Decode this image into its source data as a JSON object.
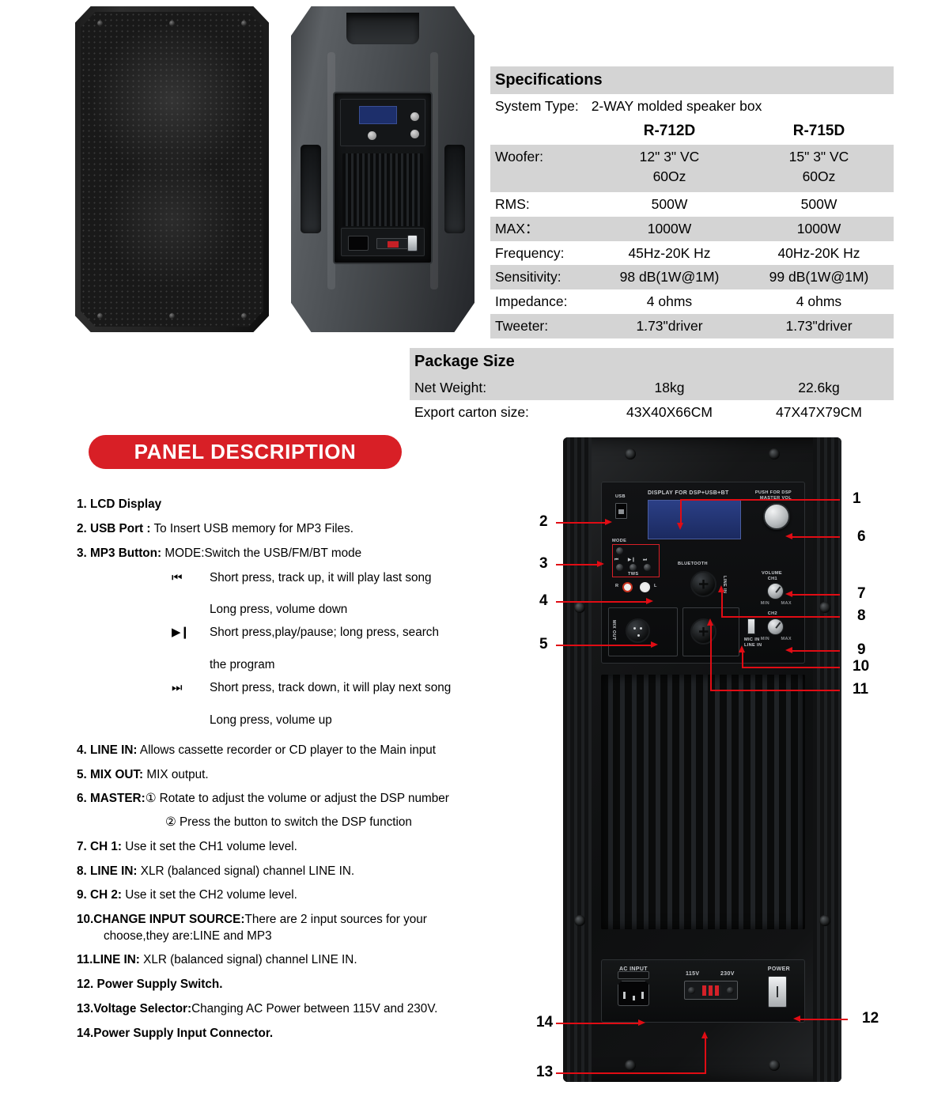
{
  "specifications": {
    "title": "Specifications",
    "system_type_label": "System Type:",
    "system_type_value": "2-WAY molded speaker box",
    "models": [
      "R-712D",
      "R-715D"
    ],
    "rows": [
      {
        "label": "Woofer:",
        "values": [
          "12\" 3\" VC",
          "15\" 3\" VC"
        ],
        "sub": [
          "60Oz",
          "60Oz"
        ]
      },
      {
        "label": "RMS:",
        "values": [
          "500W",
          "500W"
        ]
      },
      {
        "label": "MAX：",
        "values": [
          "1000W",
          "1000W"
        ]
      },
      {
        "label": "Frequency:",
        "values": [
          "45Hz-20K Hz",
          "40Hz-20K Hz"
        ]
      },
      {
        "label": "Sensitivity:",
        "values": [
          "98 dB(1W@1M)",
          "99 dB(1W@1M)"
        ]
      },
      {
        "label": "Impedance:",
        "values": [
          "4 ohms",
          "4 ohms"
        ]
      },
      {
        "label": "Tweeter:",
        "values": [
          "1.73\"driver",
          "1.73\"driver"
        ]
      }
    ]
  },
  "package_size": {
    "title": "Package Size",
    "rows": [
      {
        "label": "Net Weight:",
        "values": [
          "18kg",
          "22.6kg"
        ]
      },
      {
        "label": "Export carton size:",
        "values": [
          "43X40X66CM",
          "47X47X79CM"
        ]
      }
    ]
  },
  "panel_description": {
    "banner": "PANEL DESCRIPTION",
    "items": [
      {
        "num": "1. ",
        "bold": "LCD Display",
        "rest": ""
      },
      {
        "num": "2. ",
        "bold": "USB Port :",
        "rest": " To Insert USB memory for MP3 Files."
      },
      {
        "num": "3. ",
        "bold": "MP3 Button:",
        "rest": " MODE:Switch the USB/FM/BT mode"
      },
      {
        "num": "4. ",
        "bold": "LINE IN:",
        "rest": " Allows cassette recorder or CD player to the Main input"
      },
      {
        "num": "5. ",
        "bold": "MIX OUT:",
        "rest": " MIX output."
      },
      {
        "num": "6. ",
        "bold": "MASTER:",
        "rest": "① Rotate to adjust the volume or adjust the DSP number"
      },
      {
        "num": "7. ",
        "bold": "CH 1:",
        "rest": " Use it set the CH1 volume level."
      },
      {
        "num": "8. ",
        "bold": "LINE IN:",
        "rest": " XLR (balanced signal) channel LINE IN."
      },
      {
        "num": "9. ",
        "bold": "CH 2:",
        "rest": " Use it set the CH2 volume level."
      },
      {
        "num": "10.",
        "bold": "CHANGE INPUT SOURCE:",
        "rest": "There are 2 input sources for your"
      },
      {
        "num": "11.",
        "bold": "LINE IN:",
        "rest": " XLR (balanced signal) channel LINE IN."
      },
      {
        "num": "12. ",
        "bold": "Power Supply Switch.",
        "rest": ""
      },
      {
        "num": "13.",
        "bold": "Voltage Selector:",
        "rest": "Changing AC Power between 115V and 230V."
      },
      {
        "num": "14.",
        "bold": "Power Supply Input Connector.",
        "rest": ""
      }
    ],
    "mp3_subitems": [
      {
        "glyph": "⏮",
        "line1": "Short press, track up, it will play last song",
        "line2": "Long press, volume down"
      },
      {
        "glyph": "▶❙",
        "line1": "Short press,play/pause; long press, search",
        "line2": "the program"
      },
      {
        "glyph": "⏭",
        "line1": "Short press, track down, it will play next song",
        "line2": "Long press, volume up"
      }
    ],
    "master_line2": "② Press the button to switch the DSP function",
    "item10_line2": "choose,they are:LINE and MP3"
  },
  "panel_diagram": {
    "labels": {
      "usb": "USB",
      "display": "DISPLAY FOR DSP+USB+BT",
      "push_master": "PUSH FOR DSP",
      "push_master2": "MASTER VOL",
      "bluetooth": "BLUETOOTH",
      "mode": "MODE",
      "tws": "TWS",
      "prev": "⏮",
      "playpause": "▶❙",
      "next": "⏭",
      "rca_r": "R",
      "rca_l": "L",
      "line_in": "LINE IN",
      "mix_out": "MIX OUT",
      "volume": "VOLUME",
      "ch1": "CH1",
      "ch2": "CH2",
      "min": "MIN",
      "max": "MAX",
      "mic_in": "MIC IN",
      "line_in_sw": "LINE IN",
      "ac_input": "AC INPUT",
      "v115": "115V",
      "v230": "230V",
      "power": "POWER"
    },
    "callouts": [
      "1",
      "2",
      "3",
      "4",
      "5",
      "6",
      "7",
      "8",
      "9",
      "10",
      "11",
      "12",
      "13",
      "14"
    ]
  },
  "colors": {
    "banner_red": "#d81f26",
    "callout_red": "#e00c14",
    "table_gray": "#d4d4d4"
  }
}
